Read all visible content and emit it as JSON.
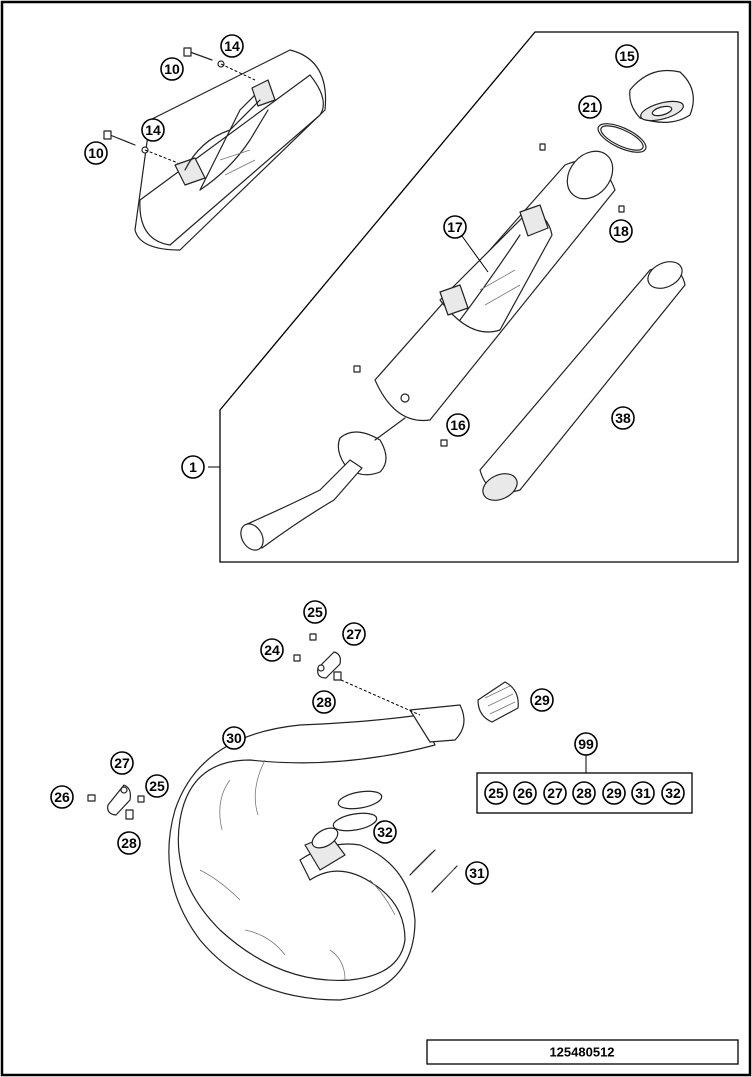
{
  "callouts": {
    "c10a": "10",
    "c14a": "14",
    "c10b": "10",
    "c14b": "14",
    "c15": "15",
    "c21": "21",
    "c17": "17",
    "c18": "18",
    "c1": "1",
    "c16": "16",
    "c38": "38",
    "c25a": "25",
    "c27a": "27",
    "c24": "24",
    "c28a": "28",
    "c29": "29",
    "c30": "30",
    "c27b": "27",
    "c26": "26",
    "c25b": "25",
    "c28b": "28",
    "c32": "32",
    "c31": "31",
    "c99": "99"
  },
  "kit_items": [
    "25",
    "26",
    "27",
    "28",
    "29",
    "31",
    "32"
  ],
  "reference_number": "125480512"
}
